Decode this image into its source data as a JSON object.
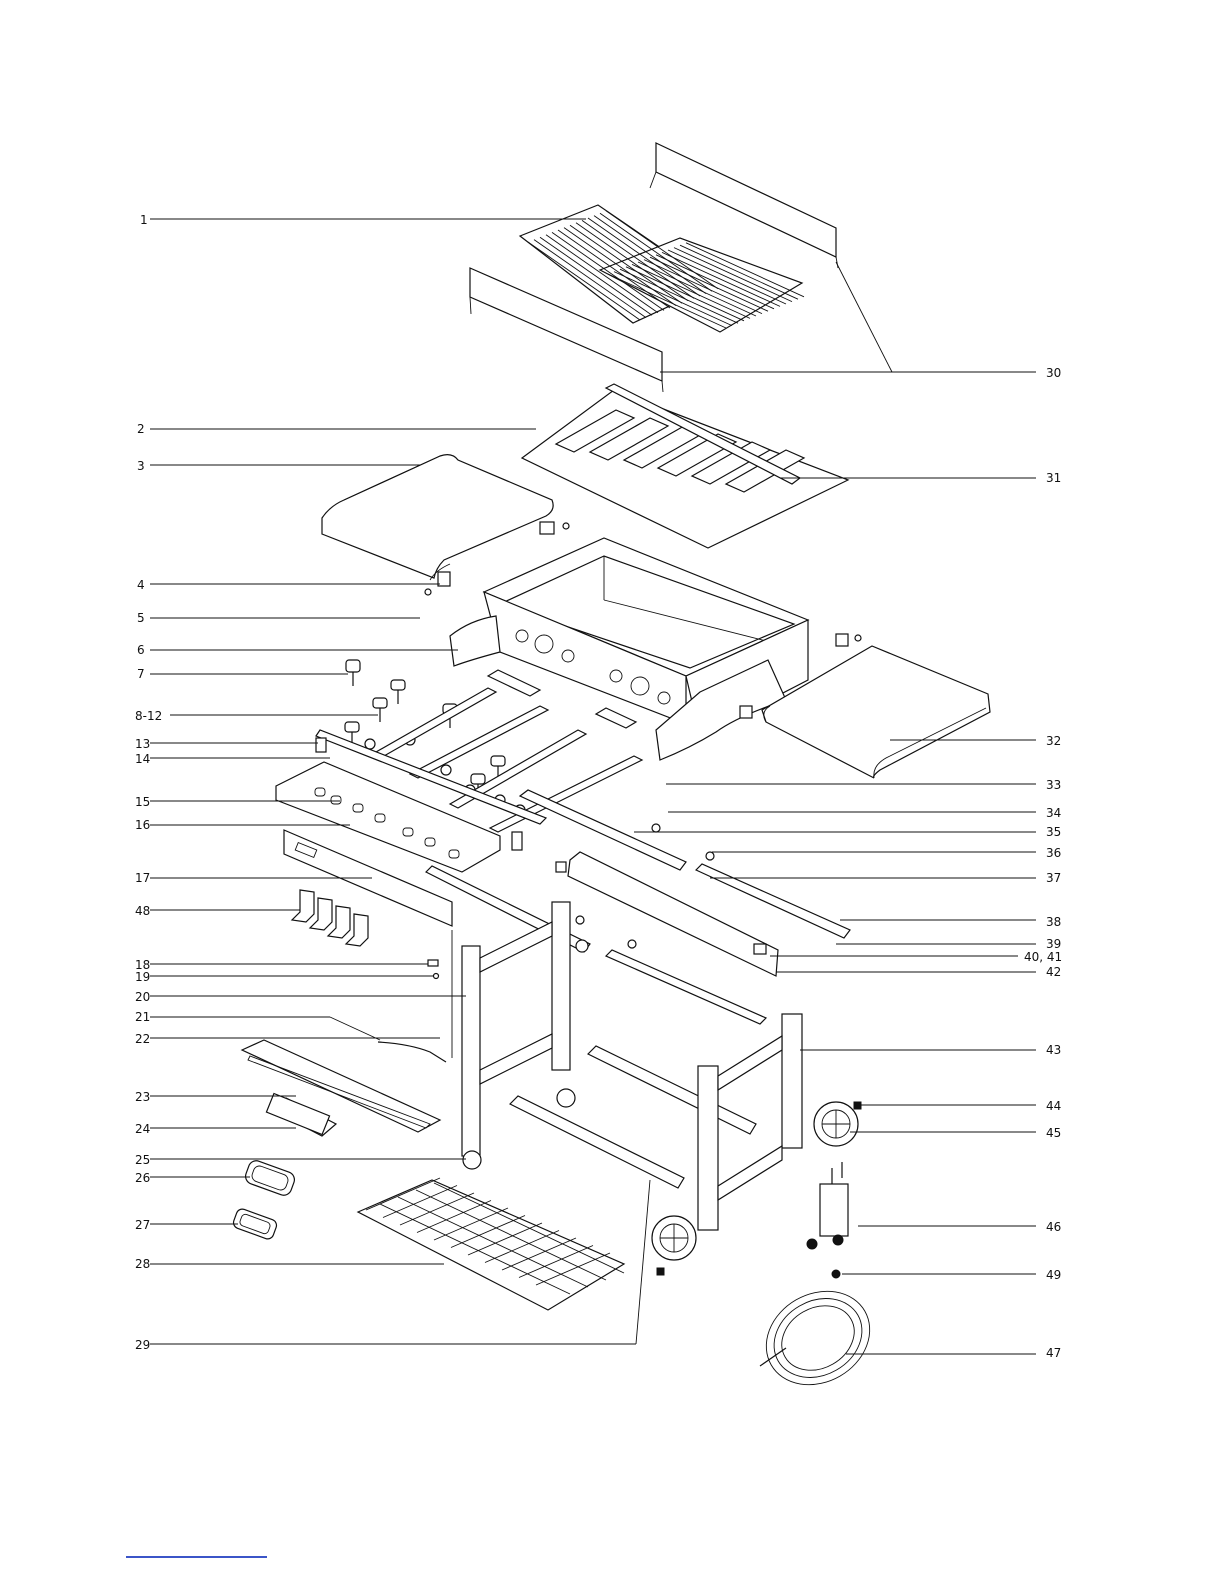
{
  "labels_left": [
    "1",
    "2",
    "3",
    "4",
    "5",
    "6",
    "7",
    "8-12",
    "13",
    "14",
    "15",
    "16",
    "17",
    "48",
    "18",
    "19",
    "20",
    "21",
    "22",
    "23",
    "24",
    "25",
    "26",
    "27",
    "28",
    "29"
  ],
  "labels_right": [
    "30",
    "31",
    "32",
    "33",
    "34",
    "35",
    "36",
    "37",
    "38",
    "39",
    "40, 41",
    "42",
    "43",
    "44",
    "45",
    "46",
    "49",
    "47"
  ],
  "colors": {
    "ink": "#111111",
    "background": "#ffffff",
    "footer_rule": "#3b55c8"
  }
}
